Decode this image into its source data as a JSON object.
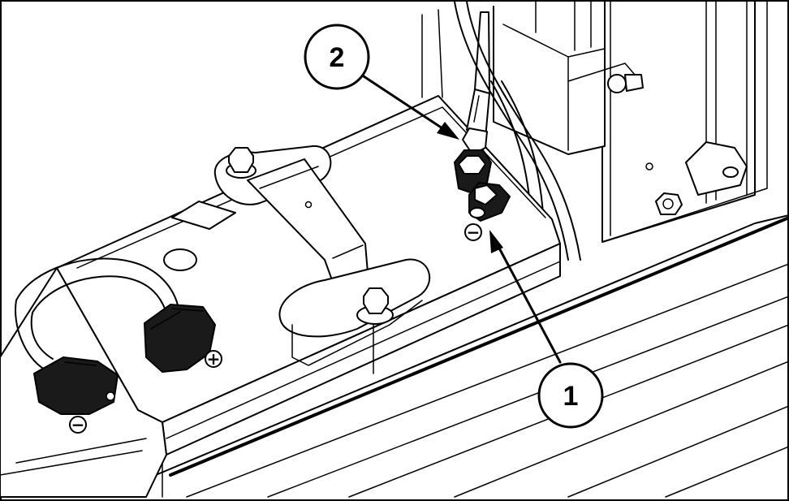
{
  "callouts": [
    {
      "id": "1",
      "label": "1"
    },
    {
      "id": "2",
      "label": "2"
    }
  ],
  "terminal_marks": {
    "negative_post": "−",
    "positive_post": "+",
    "negative_front": "−"
  },
  "colors": {
    "line": "#000000",
    "background": "#ffffff",
    "shade": "#1a1a1a"
  }
}
